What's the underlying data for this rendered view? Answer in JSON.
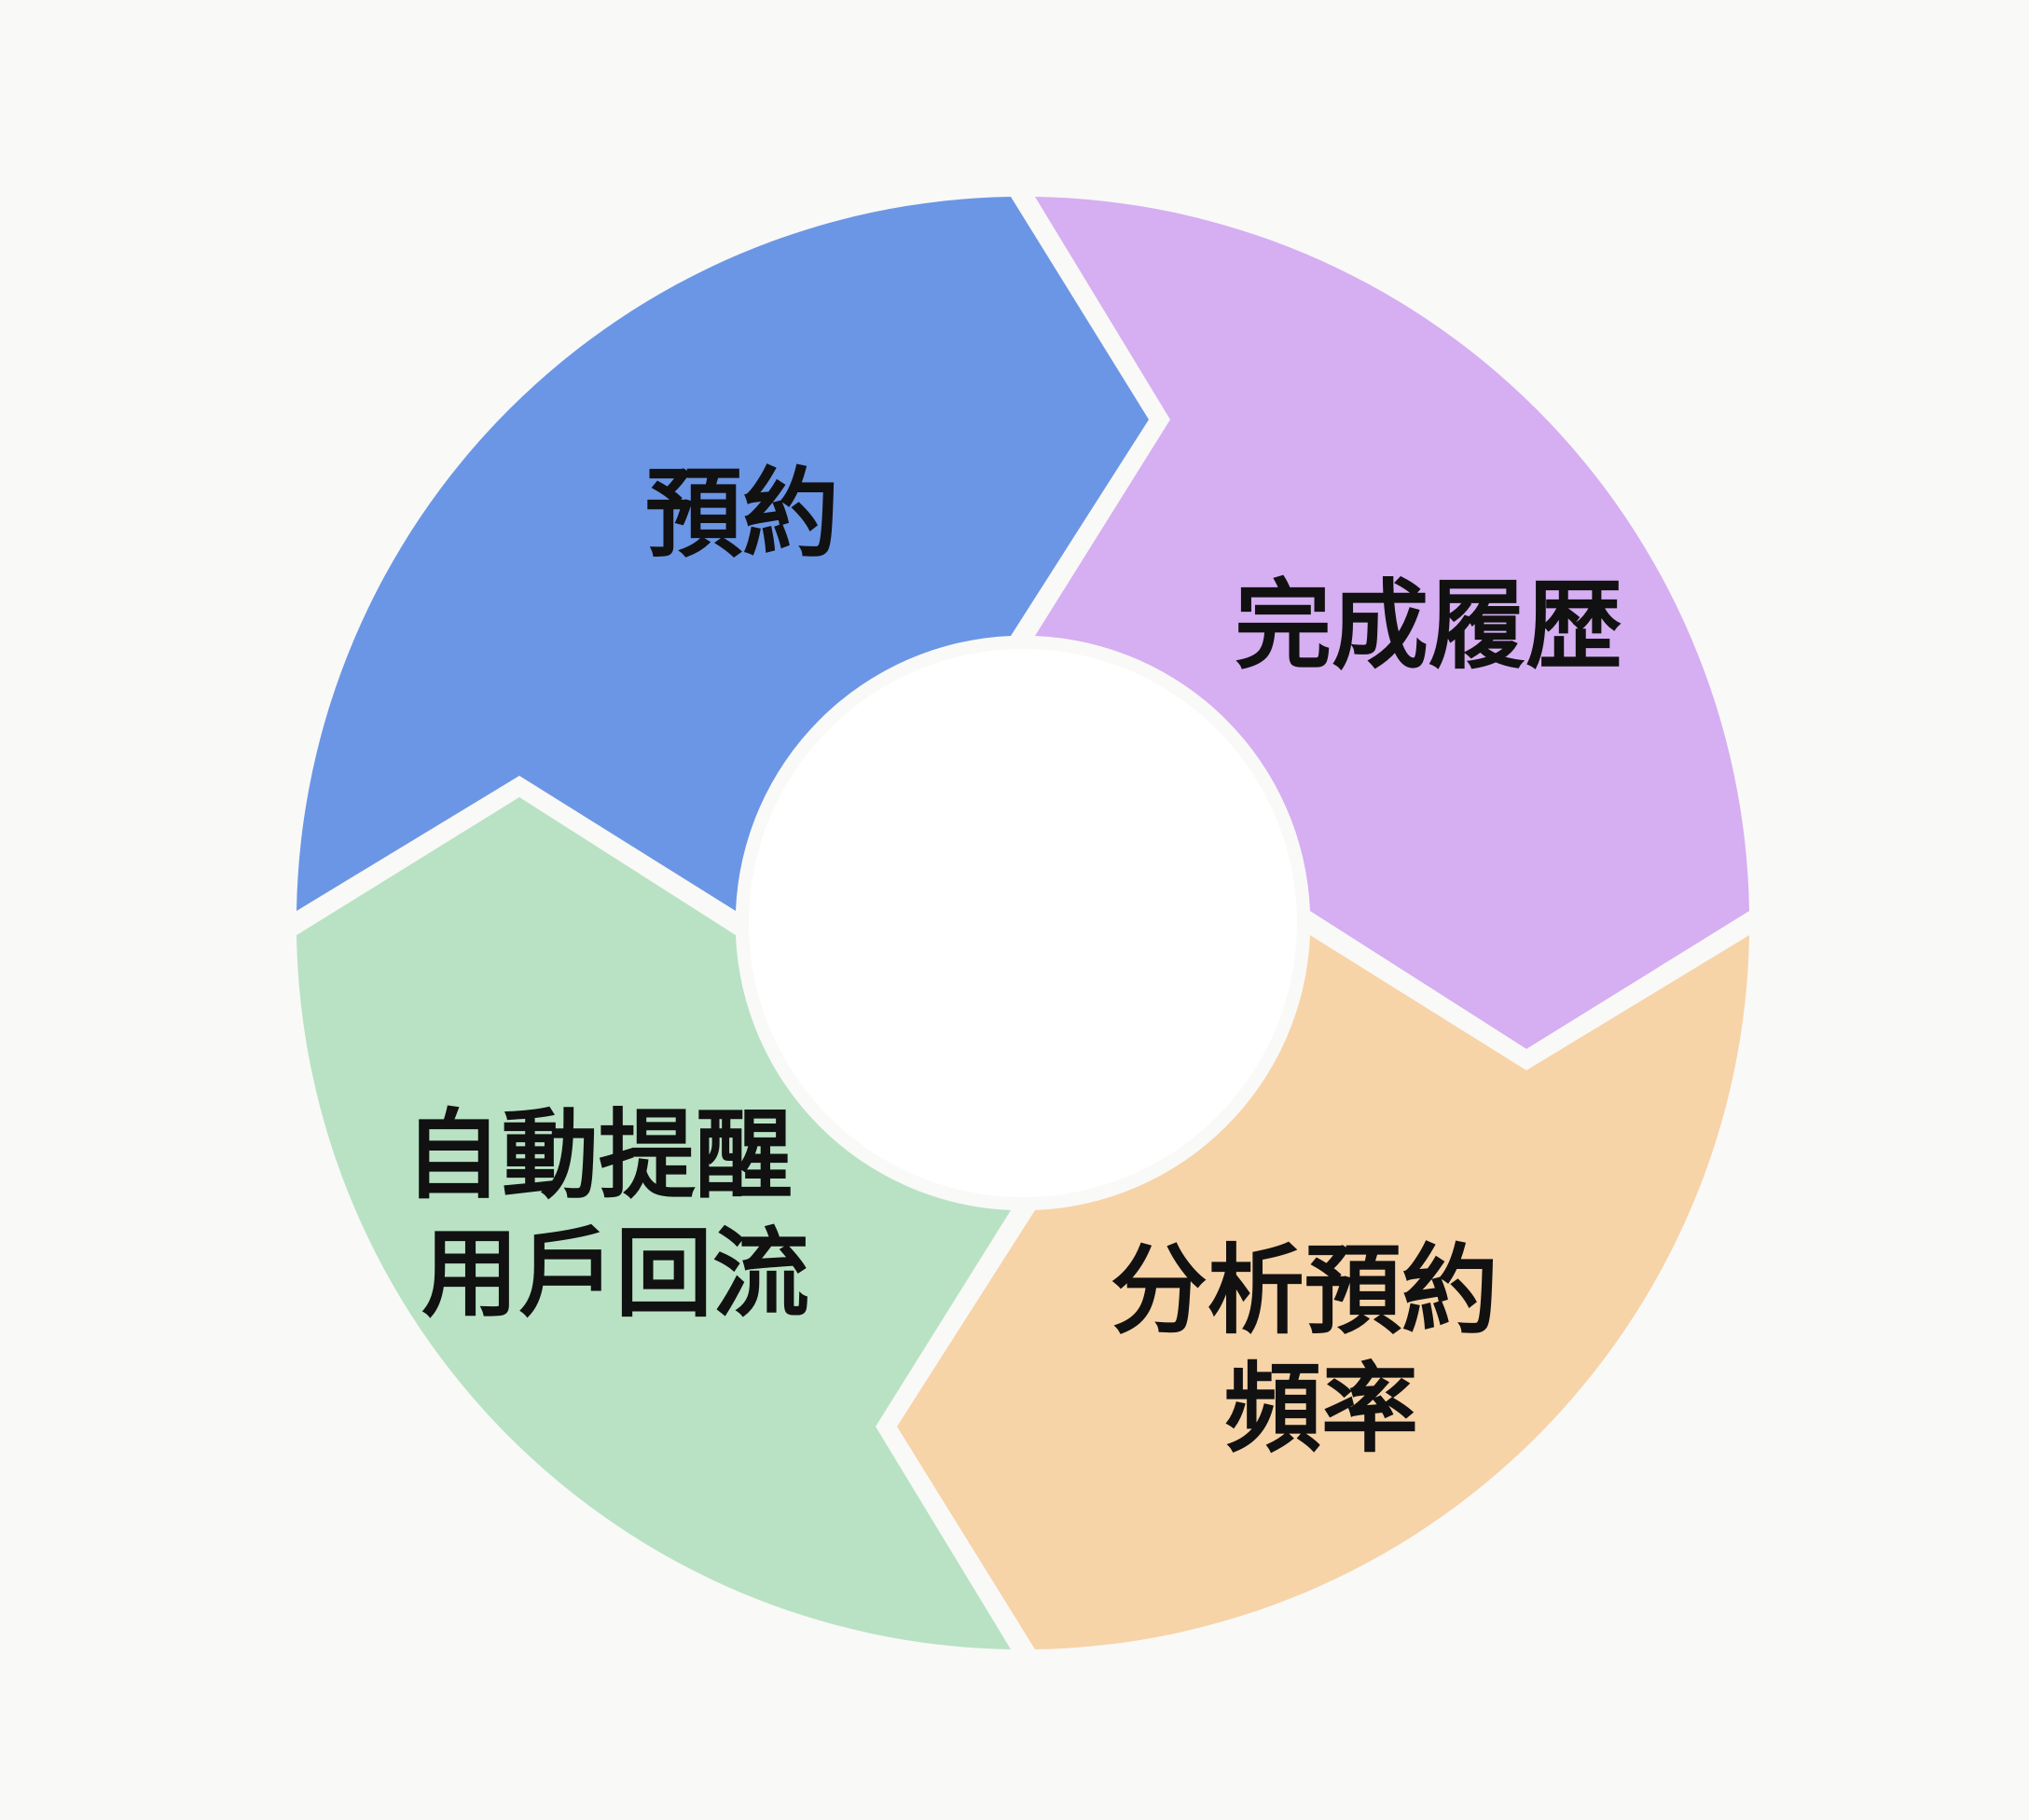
{
  "diagram": {
    "type": "cycle",
    "direction": "clockwise",
    "background": "#f9f9f7",
    "center_hole_color": "#ffffff",
    "segments": [
      {
        "id": "booking",
        "lines": [
          "預約"
        ],
        "color": "#6b96e5"
      },
      {
        "id": "completion-history",
        "lines": [
          "完成履歴"
        ],
        "color": "#d6aef2"
      },
      {
        "id": "analyze-frequency",
        "lines": [
          "分析預約",
          "頻率"
        ],
        "color": "#f7d3a8"
      },
      {
        "id": "auto-reminder",
        "lines": [
          "自動提醒",
          "用戶回流"
        ],
        "color": "#b8e2c3"
      }
    ],
    "flow": [
      "預約",
      "完成履歴",
      "分析預約頻率",
      "自動提醒用戶回流"
    ]
  }
}
